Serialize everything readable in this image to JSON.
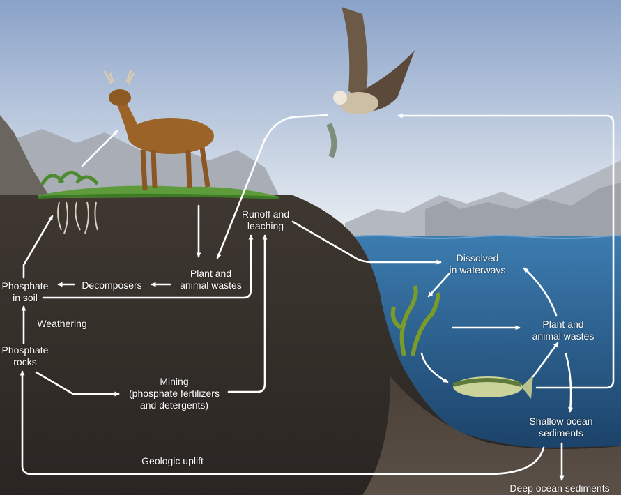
{
  "labels": {
    "runoff": [
      "Runoff and",
      "leaching"
    ],
    "dissolved": [
      "Dissolved",
      "in waterways"
    ],
    "land_wastes": [
      "Plant and",
      "animal wastes"
    ],
    "phosphate_soil": [
      "Phosphate",
      "in soil"
    ],
    "decomposers": "Decomposers",
    "weathering": "Weathering",
    "phosphate_rocks": [
      "Phosphate",
      "rocks"
    ],
    "mining": [
      "Mining",
      "(phosphate fertilizers",
      "and detergents)"
    ],
    "water_wastes": [
      "Plant and",
      "animal wastes"
    ],
    "shallow": [
      "Shallow ocean",
      "sediments"
    ],
    "uplift": "Geologic uplift",
    "deep": "Deep ocean sediments"
  },
  "colors": {
    "sky_top": "#8fa6c9",
    "sky_bottom": "#e6ecf2",
    "soil": "#3d362f",
    "soil_dark": "#262220",
    "water": "#2f6a9c",
    "water_deep": "#163a5e",
    "arrow": "#ffffff",
    "mountain": "#aeb2ba"
  },
  "icons": [
    "deer-icon",
    "hawk-icon",
    "fish-icon",
    "seaweed-icon",
    "plant-roots-icon",
    "grass-icon",
    "mountains-icon"
  ]
}
